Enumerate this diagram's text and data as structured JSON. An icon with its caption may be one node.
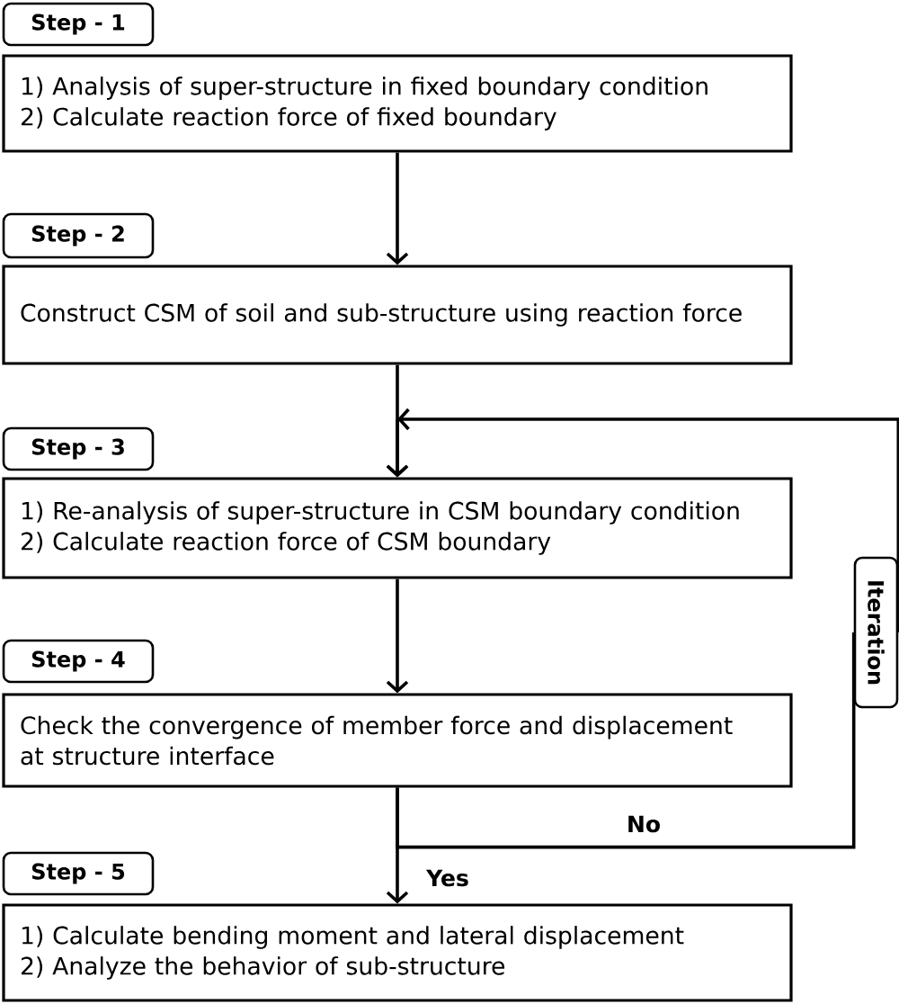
{
  "diagram": {
    "nodes": [
      {
        "text": [
          "Step - 1"
        ]
      },
      {
        "text": [
          "1) Analysis of super-structure in fixed boundary condition",
          "2) Calculate reaction force of fixed boundary"
        ]
      },
      {
        "text": [
          "Step - 2"
        ]
      },
      {
        "text": [
          "Construct CSM of soil and sub-structure using reaction force"
        ]
      },
      {
        "text": [
          "Step - 3"
        ]
      },
      {
        "text": [
          "1) Re-analysis of super-structure in CSM boundary condition",
          "2) Calculate reaction force of CSM boundary"
        ]
      },
      {
        "text": [
          "Step - 4"
        ]
      },
      {
        "text": [
          "Check the convergence of member force and displacement at structure interface"
        ]
      },
      {
        "text": [
          "Step - 5"
        ]
      },
      {
        "text": [
          "1) Calculate bending moment and lateral displacement",
          "2) Analyze the behavior of sub-structure"
        ]
      },
      {
        "text": [
          "Iteration"
        ]
      }
    ],
    "edges": [
      {
        "from": 1,
        "to": 3,
        "arrow": "to"
      },
      {
        "from": 3,
        "to": 5,
        "arrow": "to"
      },
      {
        "from": 5,
        "to": 7,
        "arrow": "to"
      },
      {
        "from": 7,
        "to": 9,
        "arrow": "to",
        "label": "Yes"
      },
      {
        "from": 7,
        "to": 10,
        "arrow": "none",
        "label": "No"
      },
      {
        "from": 10,
        "to": 5,
        "arrow": "to"
      }
    ]
  }
}
